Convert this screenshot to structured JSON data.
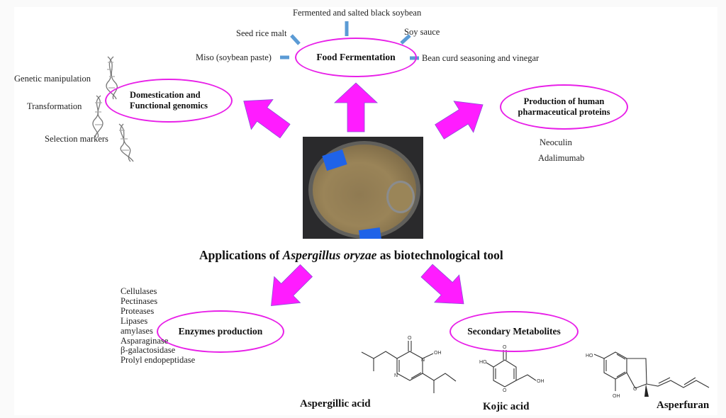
{
  "title": {
    "prefix": "Applications of",
    "organism": "Aspergillus oryzae",
    "suffix": "as biotechnological tool"
  },
  "colors": {
    "arrow": "#ff1cff",
    "oval_border": "#e820e8",
    "connector": "#5b9bd5"
  },
  "center_image": {
    "description": "Petri dish culture of Aspergillus oryzae",
    "icon": "petri-dish-photo"
  },
  "food_fermentation": {
    "label": "Food Fermentation",
    "items": [
      "Fermented and salted black soybean",
      "Seed rice malt",
      "Soy sauce",
      "Miso (soybean paste)",
      "Bean curd seasoning and vinegar"
    ]
  },
  "domestication": {
    "label_line1": "Domestication and",
    "label_line2": "Functional genomics",
    "items": [
      "Genetic manipulation",
      "Transformation",
      "Selection markers"
    ],
    "icon": "dna-helix-icon"
  },
  "pharma": {
    "label_line1": "Production of human",
    "label_line2": "pharmaceutical proteins",
    "items": [
      "Neoculin",
      "Adalimumab"
    ]
  },
  "enzymes": {
    "label": "Enzymes production",
    "items": [
      "Cellulases",
      "Pectinases",
      "Proteases",
      "Lipases",
      "amylases",
      "Asparaginase",
      "β-galactosidase",
      "Prolyl endopeptidase"
    ]
  },
  "metabolites": {
    "label": "Secondary Metabolites",
    "compounds": [
      {
        "name": "Aspergillic acid",
        "atoms": [
          "O",
          "N",
          "OH",
          "N"
        ]
      },
      {
        "name": "Kojic acid",
        "atoms": [
          "O",
          "HO",
          "O",
          "OH"
        ]
      },
      {
        "name": "Asperfuran",
        "atoms": [
          "HO",
          "O",
          "OH"
        ]
      }
    ]
  }
}
